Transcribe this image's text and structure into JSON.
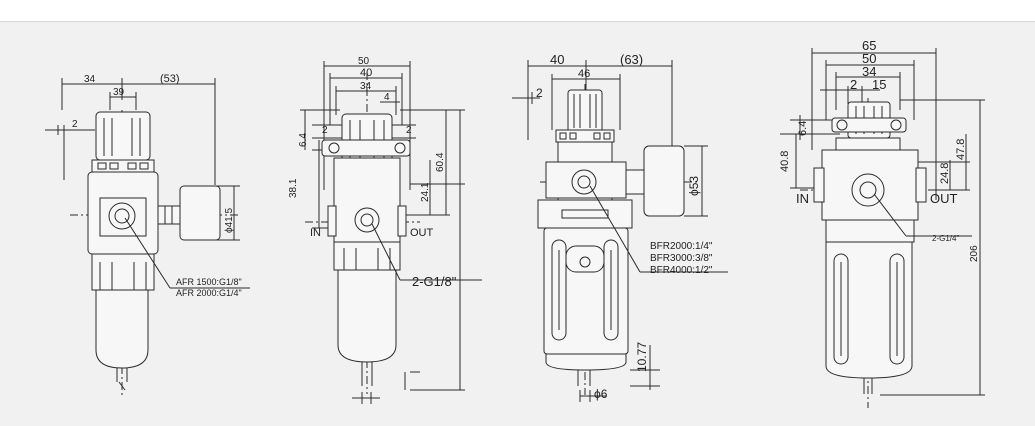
{
  "colors": {
    "background": "#f1f1f1",
    "stroke": "#2a2a2a",
    "body": "#f7f7f7"
  },
  "afr": {
    "dims": {
      "d34": "34",
      "d53": "(53)",
      "d39": "39",
      "d2": "2",
      "d41_5": "ϕ41.5"
    },
    "labels": [
      "AFR 1500:G1/8\"",
      "AFR 2000:G1/4\""
    ]
  },
  "fr2": {
    "dims": {
      "d50": "50",
      "d40": "40",
      "d34": "34",
      "d4": "4",
      "d2a": "2",
      "d2b": "2",
      "d6_4": "6.4",
      "d38_1": "38.1",
      "d60_4": "60.4",
      "d24_1": "24.1"
    },
    "in": "IN",
    "out": "OUT",
    "port": "2-G1/8\""
  },
  "bfr": {
    "dims": {
      "d40": "40",
      "d63": "(63)",
      "d46": "46",
      "d2": "2",
      "d53": "ϕ53",
      "d10_77": "10.77",
      "d6": "ϕ6"
    },
    "labels": [
      "BFR2000:1/4\"",
      "BFR3000:3/8\"",
      "BFR4000:1/2\""
    ]
  },
  "big": {
    "dims": {
      "d65": "65",
      "d50": "50",
      "d34": "34",
      "d2": "2",
      "d15": "15",
      "d6_4": "6.4",
      "d40_8": "40.8",
      "d24_8": "24.8",
      "d47_8": "47.8",
      "d206": "206"
    },
    "in": "IN",
    "out": "OUT",
    "port": "2-G1/4\""
  }
}
